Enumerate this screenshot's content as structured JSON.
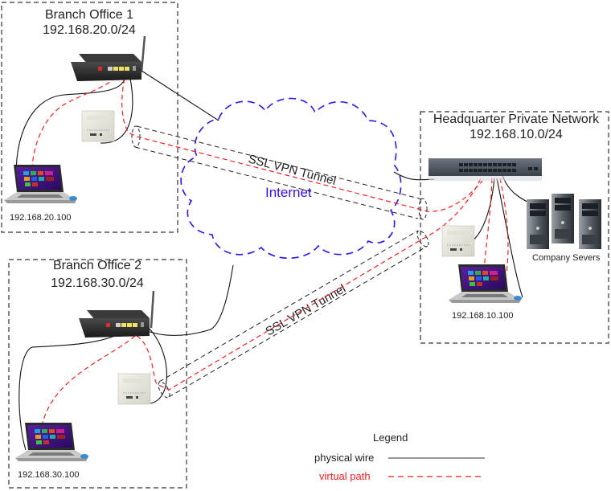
{
  "colors": {
    "physical_wire": "#111111",
    "virtual_path": "#ee2222",
    "internet_cloud": "#3311ee",
    "zone_border": "#333333",
    "legend_wire": "#777777",
    "legend_virtual_text": "#ee2222"
  },
  "zones": {
    "branch1": {
      "title": "Branch Office 1",
      "subnet": "192.168.20.0/24",
      "laptop_ip": "192.168.20.100"
    },
    "branch2": {
      "title": "Branch Office 2",
      "subnet": "192.168.30.0/24",
      "laptop_ip": "192.168.30.100"
    },
    "hq": {
      "title": "Headquarter Private Network",
      "subnet": "192.168.10.0/24",
      "laptop_ip": "192.168.10.100",
      "servers_label": "Company Severs"
    }
  },
  "internet": {
    "label": "Internet"
  },
  "tunnels": [
    {
      "label": "SSL VPN Tunnel",
      "from": "Branch Office 1",
      "to": "Headquarter Private Network"
    },
    {
      "label": "SSL VPN Tunnel",
      "from": "Branch Office 2",
      "to": "Headquarter Private Network"
    }
  ],
  "legend": {
    "title": "Legend",
    "items": [
      {
        "label": "physical wire",
        "style": "solid"
      },
      {
        "label": "virtual path",
        "style": "dashed"
      }
    ]
  }
}
